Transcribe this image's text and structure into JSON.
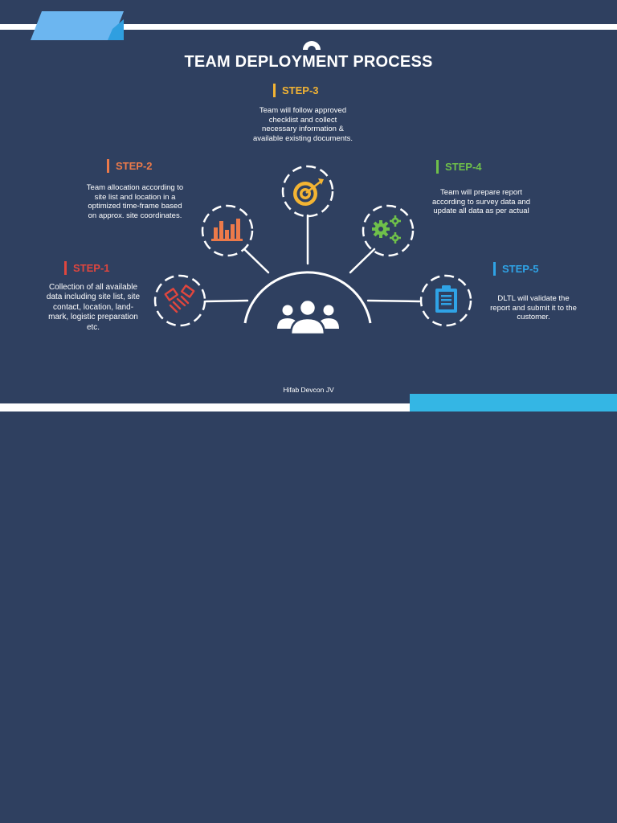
{
  "title": "TEAM DEPLOYMENT PROCESS",
  "footer": "Hifab Devcon JV",
  "colors": {
    "background": "#2f4060",
    "accent": "#34b6e4",
    "accent_light": "#6cb6f0",
    "step1": "#e0463e",
    "step2": "#ec7a4a",
    "step3": "#f3b433",
    "step4": "#6fc04a",
    "step5": "#2fa3e6"
  },
  "center_icon": "team-group-icon",
  "steps": [
    {
      "label": "STEP-1",
      "description": "Collection of all available data including site list, site contact, location, land-mark, logistic preparation etc.",
      "icon": "handshake-icon"
    },
    {
      "label": "STEP-2",
      "description": "Team allocation according to site list and location in a optimized time-frame based on approx. site coordinates.",
      "icon": "bar-chart-icon"
    },
    {
      "label": "STEP-3",
      "description": "Team will follow approved checklist and collect necessary information & available existing documents.",
      "icon": "target-icon"
    },
    {
      "label": "STEP-4",
      "description": "Team will prepare report according to survey data and update all data as per actual",
      "icon": "gears-icon"
    },
    {
      "label": "STEP-5",
      "description": "DLTL will validate the report and submit it to the customer.",
      "icon": "clipboard-icon"
    }
  ]
}
